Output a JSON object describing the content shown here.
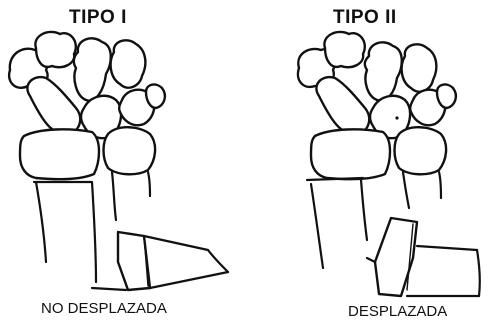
{
  "figures": [
    {
      "title": "TIPO I",
      "caption": "NO DESPLAZADA"
    },
    {
      "title": "TIPO II",
      "caption": "DESPLAZADA"
    }
  ]
}
